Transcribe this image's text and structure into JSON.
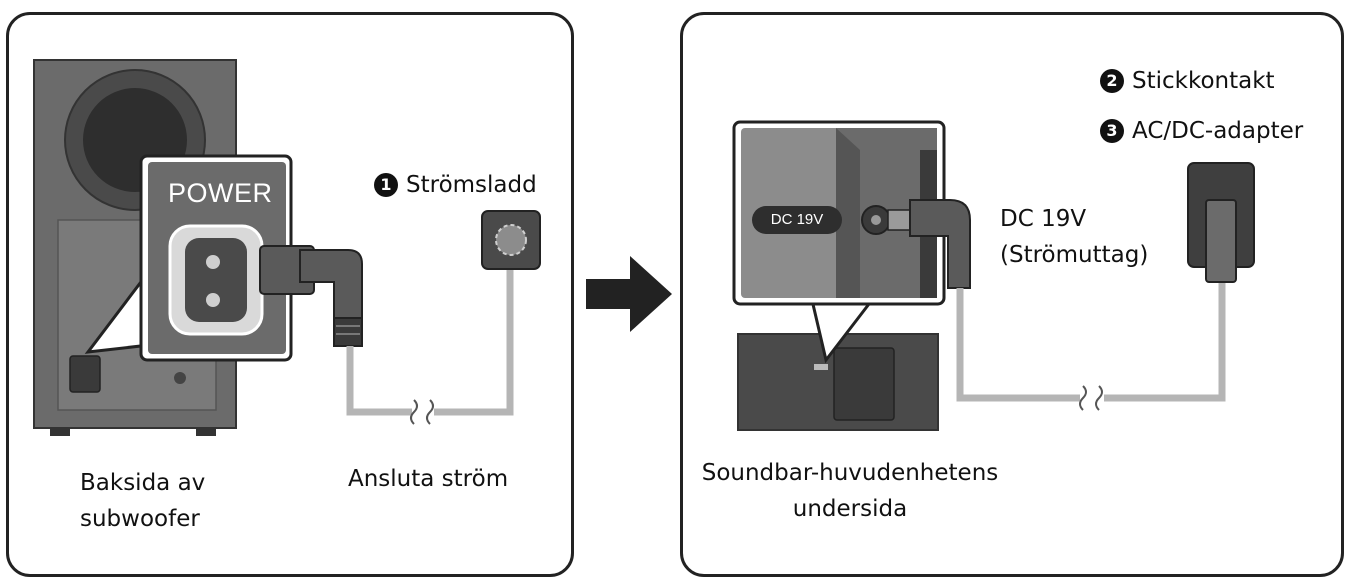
{
  "left_panel": {
    "power_label": "POWER",
    "cord_number": "1",
    "cord_label": "Strömsladd",
    "subwoofer_caption_line1": "Baksida av",
    "subwoofer_caption_line2": "subwoofer",
    "connect_caption": "Ansluta ström"
  },
  "right_panel": {
    "dc_badge": "DC 19V",
    "dc_label_line1": "DC 19V",
    "dc_label_line2": "(Strömuttag)",
    "plug_number": "2",
    "plug_label": "Stickkontakt",
    "adapter_number": "3",
    "adapter_label": "AC/DC-adapter",
    "soundbar_caption_line1": "Soundbar-huvudenhetens",
    "soundbar_caption_line2": "undersida"
  },
  "colors": {
    "device_dark": "#3f3f3f",
    "device_mid": "#6b6b6b",
    "device_light": "#8c8c8c",
    "cable": "#b5b5b5",
    "border": "#222222"
  },
  "icons": {
    "step_arrow": "right-arrow-icon"
  }
}
